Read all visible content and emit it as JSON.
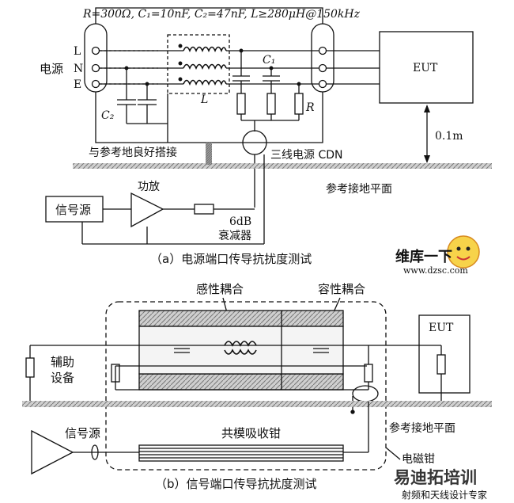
{
  "figure_a": {
    "params": "R=300Ω, C₁=10nF, C₂=47nF, L≥280μH@150kHz",
    "power_label": "电源",
    "line_L": "L",
    "line_N": "N",
    "line_E": "E",
    "c1_label": "C₁",
    "c2_label": "C₂",
    "l_label": "L",
    "r_label": "R",
    "eut_label": "EUT",
    "height_label": "0.1m",
    "bond_label": "与参考地良好搭接",
    "cdn_label": "三线电源 CDN",
    "ground_label": "参考接地平面",
    "signal_source": "信号源",
    "amp_label": "功放",
    "atten_line1": "6dB",
    "atten_line2": "衰减器",
    "caption": "（a）电源端口传导抗扰度测试"
  },
  "figure_b": {
    "inductive_label": "感性耦合",
    "capacitive_label": "容性耦合",
    "eut_label": "EUT",
    "aux_line1": "辅助",
    "aux_line2": "设备",
    "signal_source": "信号源",
    "clamp_label": "共模吸收钳",
    "ground_label": "参考接地平面",
    "em_clamp_label": "电磁钳",
    "caption": "（b）信号端口传导抗扰度测试"
  },
  "watermark_top": {
    "line1": "维库一下",
    "line2": "www.dzsc.com"
  },
  "watermark_bottom": {
    "line1": "易迪拓培训",
    "line2": "射频和天线设计专家"
  }
}
